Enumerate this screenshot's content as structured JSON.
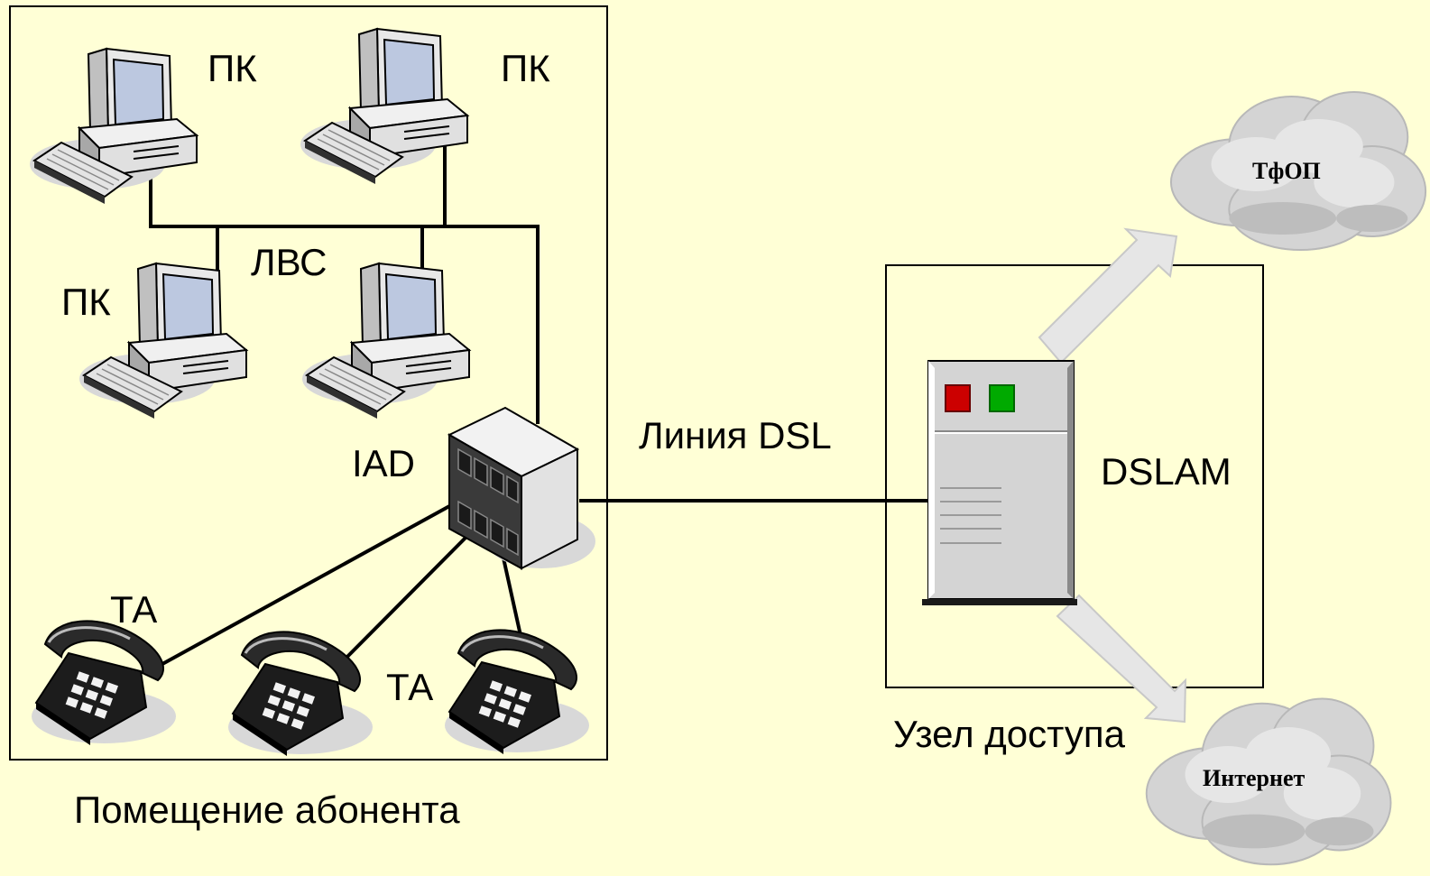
{
  "labels": {
    "pc_top_left": "ПК",
    "pc_top_right": "ПК",
    "pc_mid_left": "ПК",
    "lan": "ЛВС",
    "iad": "IAD",
    "ta_left": "ТА",
    "ta_mid": "ТА",
    "dsl_line": "Линия DSL",
    "dslam": "DSLAM",
    "pstn": "ТфОП",
    "internet": "Интернет",
    "access_node": "Узел доступа",
    "subscriber_premises": "Помещение абонента"
  },
  "colors": {
    "background": "#ffffd6",
    "led_red": "#cc0000",
    "led_green": "#00aa00"
  },
  "icons": {
    "pc": "desktop-computer-icon",
    "phone": "telephone-icon",
    "iad": "iad-device-icon",
    "dslam": "dslam-rack-icon",
    "cloud": "cloud-icon",
    "arrow": "arrow-icon"
  }
}
